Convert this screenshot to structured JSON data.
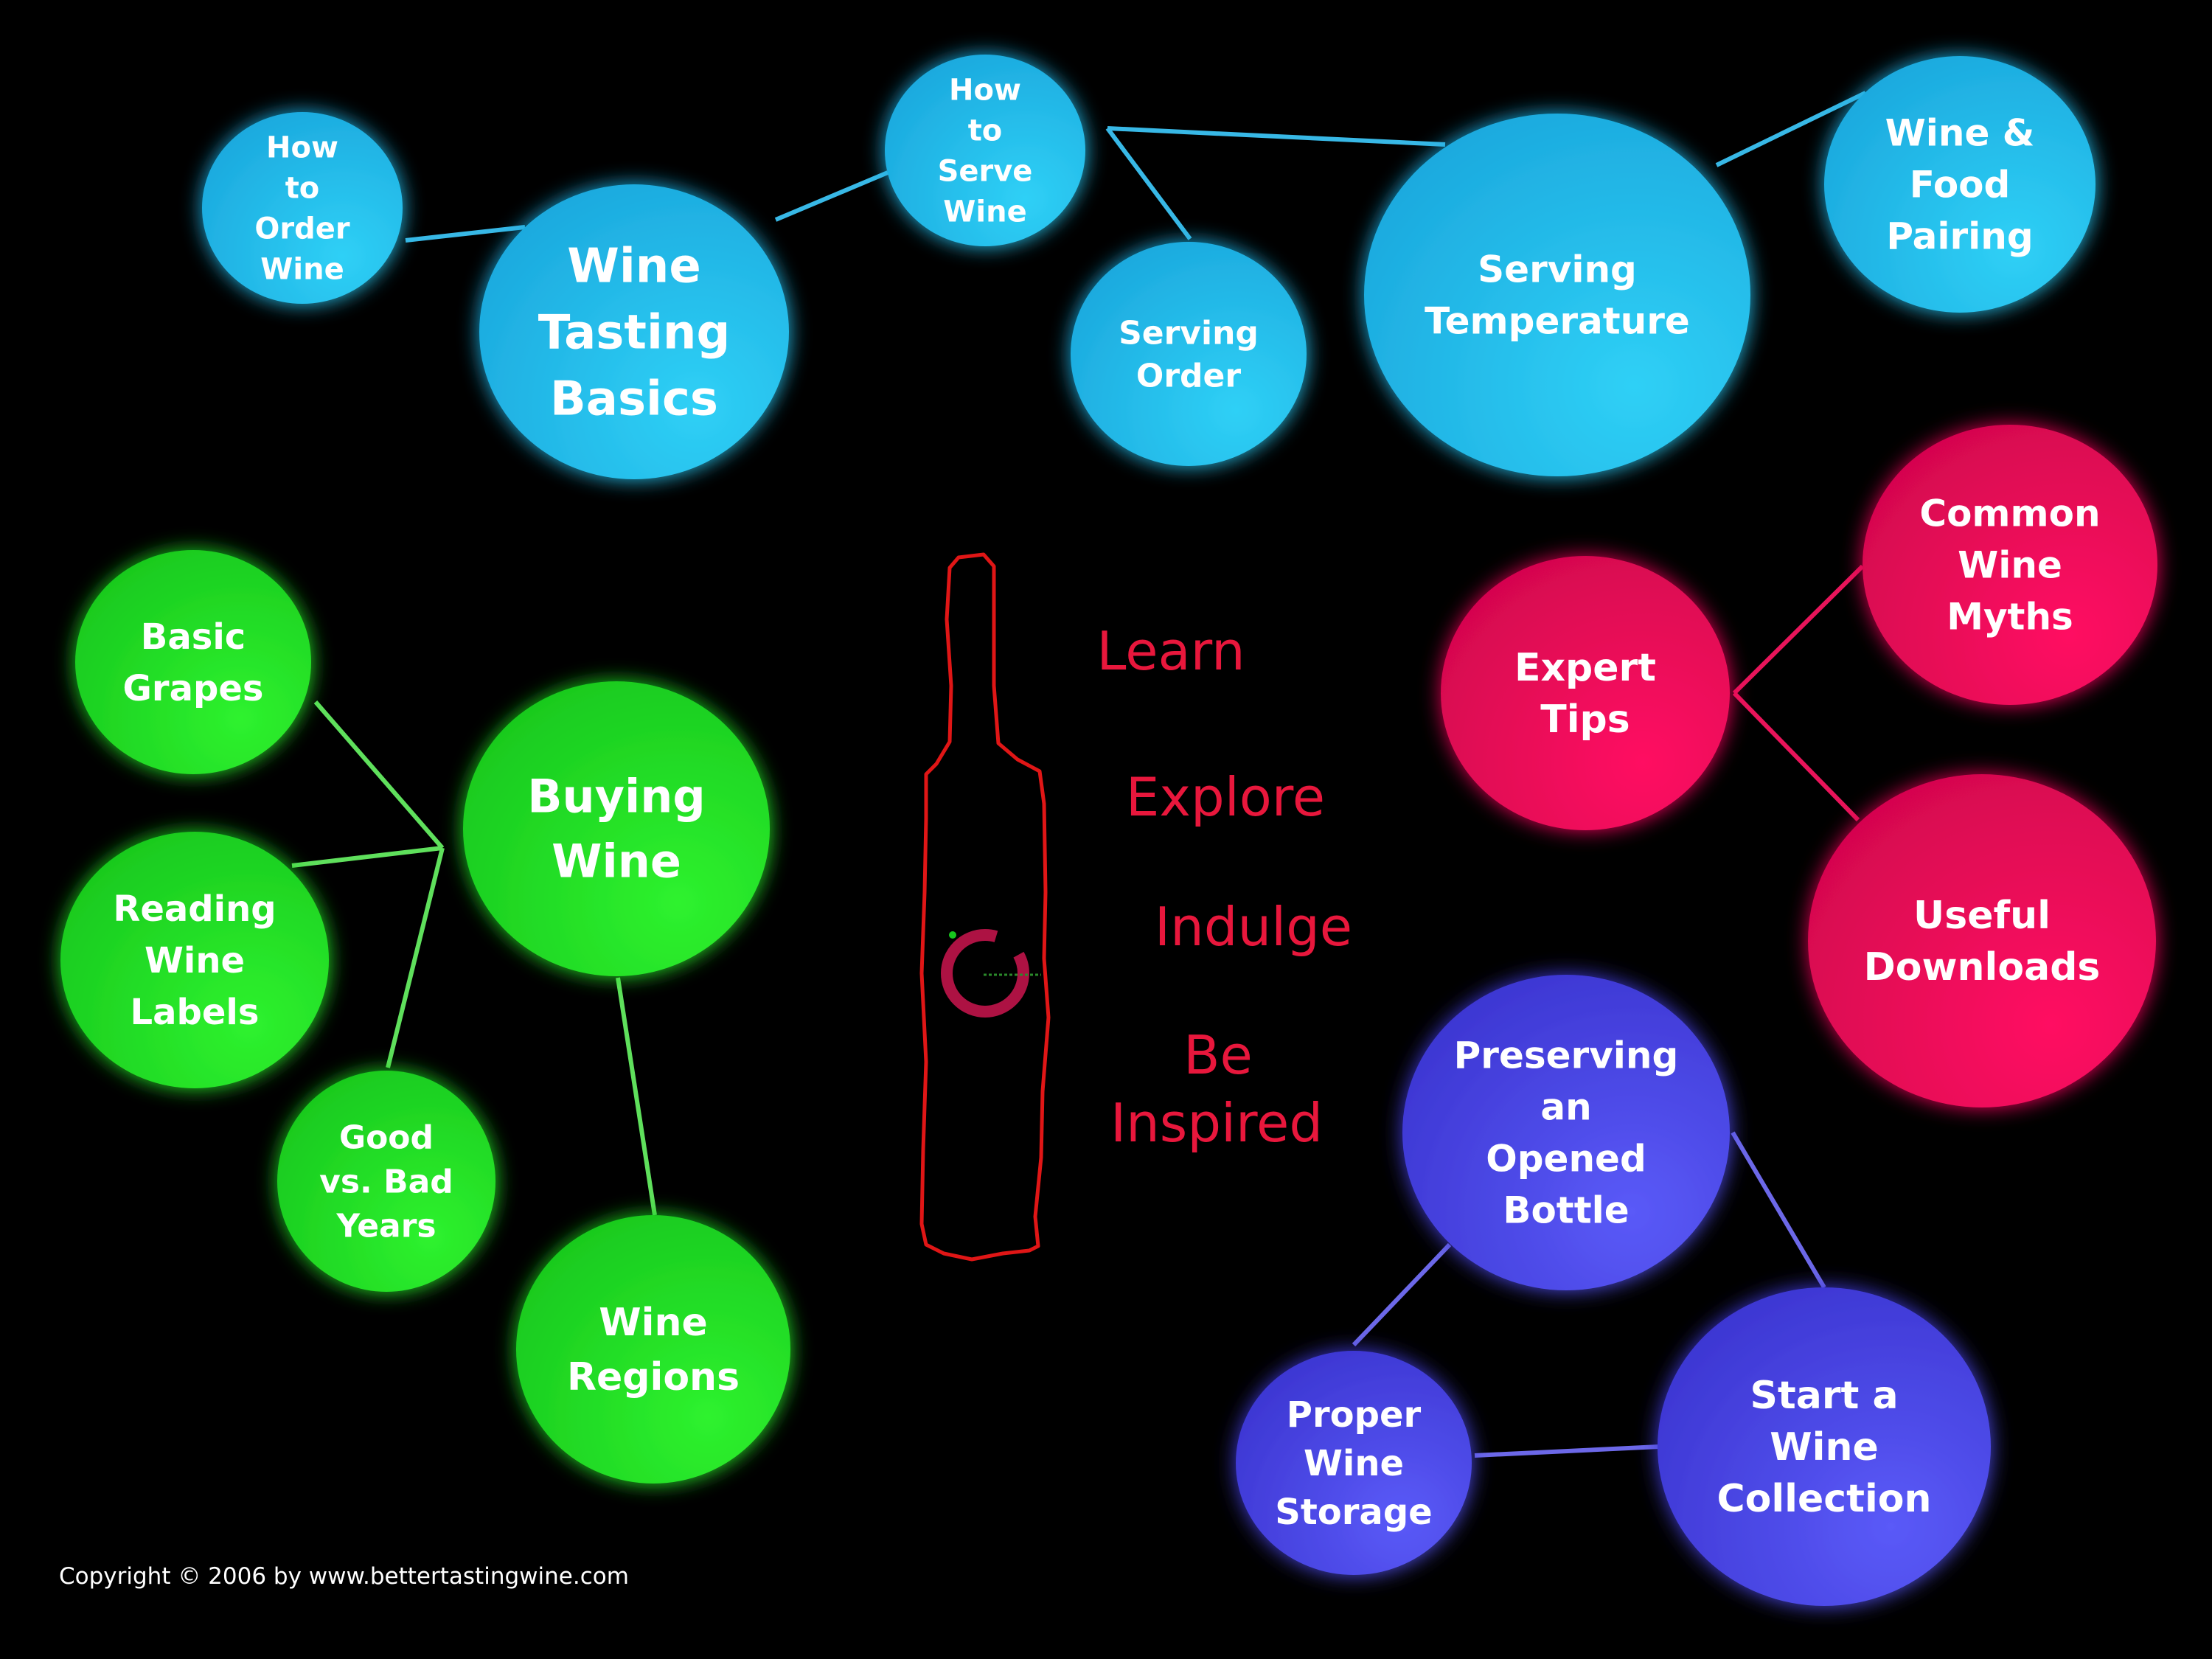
{
  "colors": {
    "background": "#000000",
    "blue": "#1aa6dc",
    "blue_light": "#2fd0f6",
    "blue_line": "#38b8e6",
    "green": "#17c61d",
    "green_light": "#2ef22e",
    "green_line": "#5fe05c",
    "red": "#d1054d",
    "red_light": "#ff0f62",
    "red_line": "#e8145a",
    "purple": "#3a33cf",
    "purple_light": "#5a5af8",
    "purple_line": "#6c68e8",
    "tagline": "#e8173c",
    "bottle": "#e01616"
  },
  "nodes": {
    "wine_tasting_basics": {
      "lines": [
        "Wine",
        "Tasting",
        "Basics"
      ],
      "color": "blue"
    },
    "how_to_order_wine": {
      "lines": [
        "How",
        "to",
        "Order",
        "Wine"
      ],
      "color": "blue"
    },
    "how_to_serve_wine": {
      "lines": [
        "How",
        "to",
        "Serve",
        "Wine"
      ],
      "color": "blue"
    },
    "serving_order": {
      "lines": [
        "Serving",
        "Order"
      ],
      "color": "blue"
    },
    "serving_temperature": {
      "lines": [
        "Serving",
        "Temperature"
      ],
      "color": "blue"
    },
    "wine_food_pairing": {
      "lines": [
        "Wine &",
        "Food",
        "Pairing"
      ],
      "color": "blue"
    },
    "buying_wine": {
      "lines": [
        "Buying",
        "Wine"
      ],
      "color": "green"
    },
    "basic_grapes": {
      "lines": [
        "Basic",
        "Grapes"
      ],
      "color": "green"
    },
    "reading_wine_labels": {
      "lines": [
        "Reading",
        "Wine",
        "Labels"
      ],
      "color": "green"
    },
    "good_vs_bad_years": {
      "lines": [
        "Good",
        "vs. Bad",
        "Years"
      ],
      "color": "green"
    },
    "wine_regions": {
      "lines": [
        "Wine",
        "Regions"
      ],
      "color": "green"
    },
    "expert_tips": {
      "lines": [
        "Expert",
        "Tips"
      ],
      "color": "red"
    },
    "common_wine_myths": {
      "lines": [
        "Common",
        "Wine",
        "Myths"
      ],
      "color": "red"
    },
    "useful_downloads": {
      "lines": [
        "Useful",
        "Downloads"
      ],
      "color": "red"
    },
    "preserving_opened_bottle": {
      "lines": [
        "Preserving",
        "an",
        "Opened",
        "Bottle"
      ],
      "color": "purple"
    },
    "proper_wine_storage": {
      "lines": [
        "Proper",
        "Wine",
        "Storage"
      ],
      "color": "purple"
    },
    "start_wine_collection": {
      "lines": [
        "Start a",
        "Wine",
        "Collection"
      ],
      "color": "purple"
    }
  },
  "edges": [
    [
      "how_to_order_wine",
      "wine_tasting_basics"
    ],
    [
      "wine_tasting_basics",
      "how_to_serve_wine"
    ],
    [
      "how_to_serve_wine",
      "serving_order"
    ],
    [
      "how_to_serve_wine",
      "serving_temperature"
    ],
    [
      "serving_temperature",
      "wine_food_pairing"
    ],
    [
      "basic_grapes",
      "buying_wine"
    ],
    [
      "reading_wine_labels",
      "buying_wine"
    ],
    [
      "good_vs_bad_years",
      "buying_wine"
    ],
    [
      "buying_wine",
      "wine_regions"
    ],
    [
      "expert_tips",
      "common_wine_myths"
    ],
    [
      "expert_tips",
      "useful_downloads"
    ],
    [
      "preserving_opened_bottle",
      "proper_wine_storage"
    ],
    [
      "preserving_opened_bottle",
      "start_wine_collection"
    ],
    [
      "proper_wine_storage",
      "start_wine_collection"
    ]
  ],
  "taglines": {
    "learn": "Learn",
    "explore": "Explore",
    "indulge": "Indulge",
    "be": "Be",
    "inspired": "Inspired"
  },
  "copyright": "Copyright © 2006 by www.bettertastingwine.com"
}
